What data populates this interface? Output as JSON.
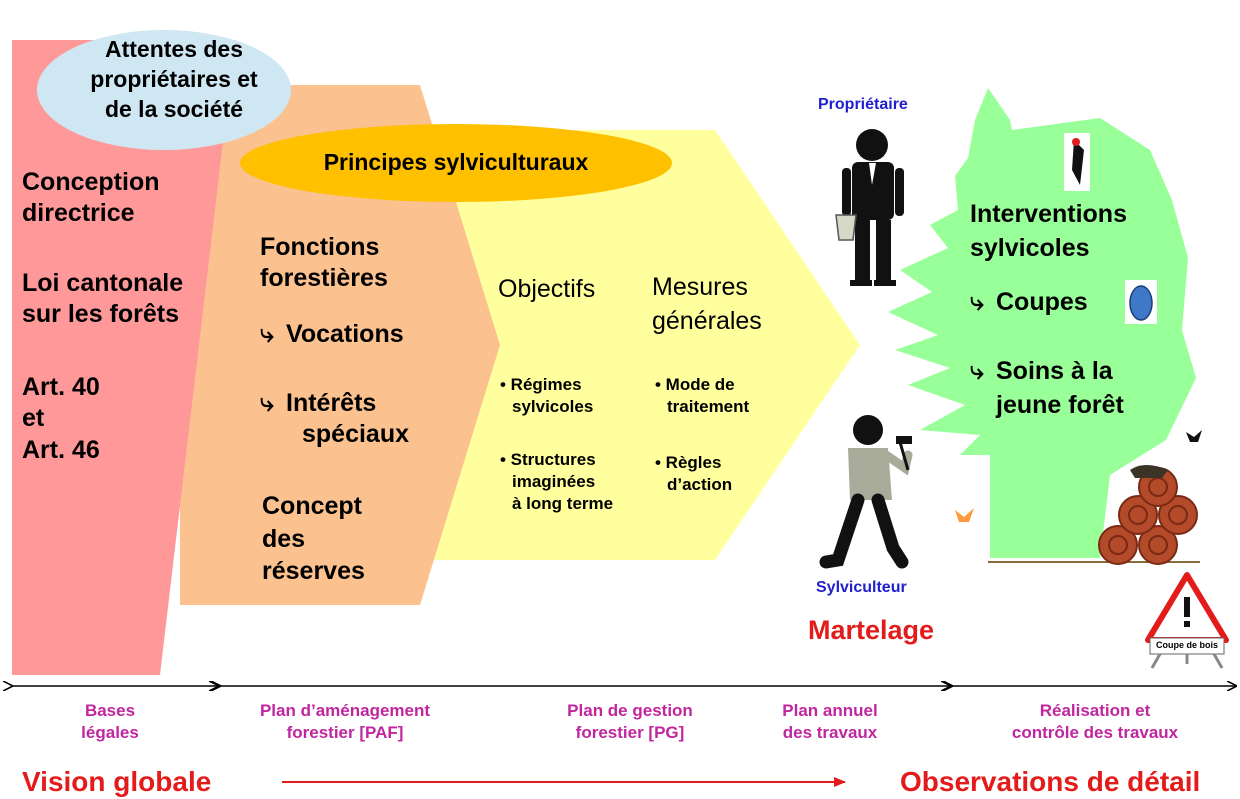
{
  "expectations": [
    "Attentes des",
    "propriétaires et",
    "de la société"
  ],
  "principles": "Principes sylviculturaux",
  "legal": {
    "line1": "Conception",
    "line2": "directrice",
    "line3": "Loi cantonale",
    "line4": "sur les forêts",
    "line5": "Art. 40",
    "line6": "et",
    "line7": "Art. 46"
  },
  "paf": {
    "functions1": "Fonctions",
    "functions2": "forestières",
    "vocations": "Vocations",
    "interest1": "Intérêts",
    "interest2": "spéciaux",
    "concept1": "Concept",
    "concept2": "des",
    "concept3": "réserves"
  },
  "pg": {
    "objectives": "Objectifs",
    "measures1": "Mesures",
    "measures2": "générales",
    "regimes1": "• Régimes",
    "regimes2": "sylvicoles",
    "structures1": "• Structures",
    "structures2": "imaginées",
    "structures3": "à long terme",
    "mode1": "• Mode de",
    "mode2": "traitement",
    "rules1": "• Règles",
    "rules2": "d’action"
  },
  "owner_label": "Propriétaire",
  "forester_label": "Sylviculteur",
  "marking": "Martelage",
  "interventions": {
    "title1": "Interventions",
    "title2": "sylvicoles",
    "cuts": "Coupes",
    "care1": "Soins à la",
    "care2": "jeune forêt"
  },
  "sign_text": "Coupe de bois",
  "timeline": {
    "legal1": "Bases",
    "legal2": "légales",
    "paf1": "Plan d’aménagement",
    "paf2": "forestier [PAF]",
    "pg1": "Plan de gestion",
    "pg2": "forestier [PG]",
    "annual1": "Plan annuel",
    "annual2": "des travaux",
    "real1": "Réalisation et",
    "real2": "contrôle des travaux"
  },
  "global_view": "Vision globale",
  "detail_view": "Observations de détail",
  "colors": {
    "legal_fill": "#ff9999",
    "paf_fill": "#fbc290",
    "pg_fill": "#ffff9e",
    "tree_fill": "#99ff99",
    "bubble_fill": "#cfe7f2",
    "principles_fill": "#ffc000",
    "timeline_text": "#c0269e",
    "red_text": "#e41b1b",
    "blue_text": "#1f1fcf"
  }
}
